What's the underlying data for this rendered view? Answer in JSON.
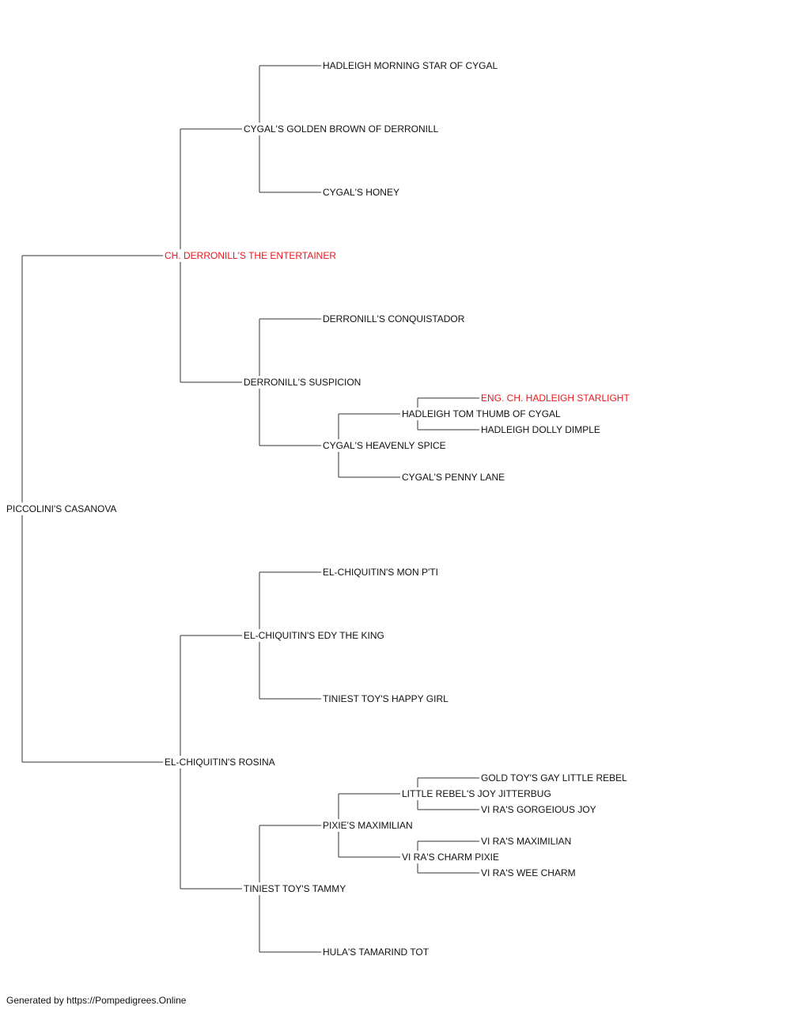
{
  "colors": {
    "normal": "#111111",
    "champion": "#e8191d",
    "line": "#333333"
  },
  "pedigree": {
    "name": "PICCOLINI'S CASANOVA",
    "sire": {
      "name": "CH. DERRONILL'S THE ENTERTAINER",
      "champion": true,
      "sire": {
        "name": "CYGAL'S GOLDEN BROWN OF DERRONILL",
        "sire": {
          "name": "HADLEIGH MORNING STAR OF CYGAL"
        },
        "dam": {
          "name": "CYGAL'S HONEY"
        }
      },
      "dam": {
        "name": "DERRONILL'S SUSPICION",
        "sire": {
          "name": "DERRONILL'S CONQUISTADOR"
        },
        "dam": {
          "name": "CYGAL'S HEAVENLY SPICE",
          "sire": {
            "name": "HADLEIGH TOM THUMB OF CYGAL",
            "sire": {
              "name": "ENG. CH. HADLEIGH STARLIGHT",
              "champion": true
            },
            "dam": {
              "name": "HADLEIGH DOLLY DIMPLE"
            }
          },
          "dam": {
            "name": "CYGAL'S PENNY LANE"
          }
        }
      }
    },
    "dam": {
      "name": "EL-CHIQUITIN'S ROSINA",
      "sire": {
        "name": "EL-CHIQUITIN'S EDY THE KING",
        "sire": {
          "name": "EL-CHIQUITIN'S MON P'TI"
        },
        "dam": {
          "name": "TINIEST TOY'S HAPPY GIRL"
        }
      },
      "dam": {
        "name": "TINIEST TOY'S TAMMY",
        "sire": {
          "name": "PIXIE'S MAXIMILIAN",
          "sire": {
            "name": "LITTLE REBEL'S JOY JITTERBUG",
            "sire": {
              "name": "GOLD TOY'S GAY LITTLE REBEL"
            },
            "dam": {
              "name": "VI RA'S GORGEIOUS JOY"
            }
          },
          "dam": {
            "name": "VI RA'S CHARM PIXIE",
            "sire": {
              "name": "VI RA'S MAXIMILIAN"
            },
            "dam": {
              "name": "VI RA'S WEE CHARM"
            }
          }
        },
        "dam": {
          "name": "HULA'S TAMARIND TOT"
        }
      }
    }
  },
  "footer": {
    "text": "Generated by https://Pompedigrees.Online"
  }
}
